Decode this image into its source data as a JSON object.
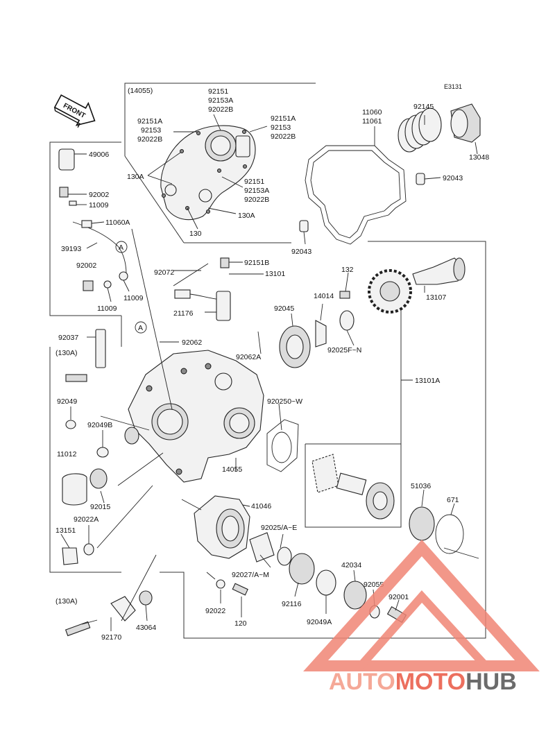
{
  "diagram": {
    "ref_code": "E3131",
    "front_label": "FRONT",
    "labels": {
      "l14055top": "(14055)",
      "l92151a": "92151",
      "l92153a": "92153A",
      "l92022ba": "92022B",
      "l92151al": "92151A",
      "l92153l": "92153",
      "l92022bl": "92022B",
      "l92151ar": "92151A",
      "l92153r": "92153",
      "l92022br": "92022B",
      "l130a_left": "130A",
      "l92151b2": "92151",
      "l92153a2": "92153A",
      "l92022b2": "92022B",
      "l130a_right": "130A",
      "l130": "130",
      "l11060": "11060",
      "l11061": "11061",
      "l92145": "92145",
      "l13048": "13048",
      "l92043r": "92043",
      "l92043l": "92043",
      "l49006": "49006",
      "l92002a": "92002",
      "l11009a": "11009",
      "l11060a": "11060A",
      "l39193": "39193",
      "lA1": "A",
      "l92002b": "92002",
      "l11009b": "11009",
      "l11009c": "11009",
      "l92072": "92072",
      "l92151b": "92151B",
      "l13101": "13101",
      "l132": "132",
      "l14014": "14014",
      "l92045": "92045",
      "l13107": "13107",
      "l21176": "21176",
      "lA2": "A",
      "l92062": "92062",
      "l92025f": "92025F~N",
      "l92037": "92037",
      "l130a_p": "(130A)",
      "l92062a": "92062A",
      "l13101a": "13101A",
      "l92049": "92049",
      "l92025ow": "920250~W",
      "l92049b": "92049B",
      "l11012": "11012",
      "l14055": "14055",
      "l92015": "92015",
      "l51036": "51036",
      "l671": "671",
      "l41046": "41046",
      "l92022a": "92022A",
      "l13151": "13151",
      "l92025ae": "92025/A~E",
      "l42034": "42034",
      "l92027": "92027/A~M",
      "l92055": "92055",
      "l92116": "92116",
      "l92001": "92001",
      "l130a_p2": "(130A)",
      "l92022": "92022",
      "l120": "120",
      "l92049a": "92049A",
      "l92170": "92170",
      "l43064": "43064"
    }
  },
  "watermark": {
    "part1": "AUTO",
    "part2": "MOTO",
    "part3": "HUB",
    "color_light": "#f5a897",
    "color_mid": "#ec6f5e",
    "color_dark": "#6b6b6b"
  }
}
